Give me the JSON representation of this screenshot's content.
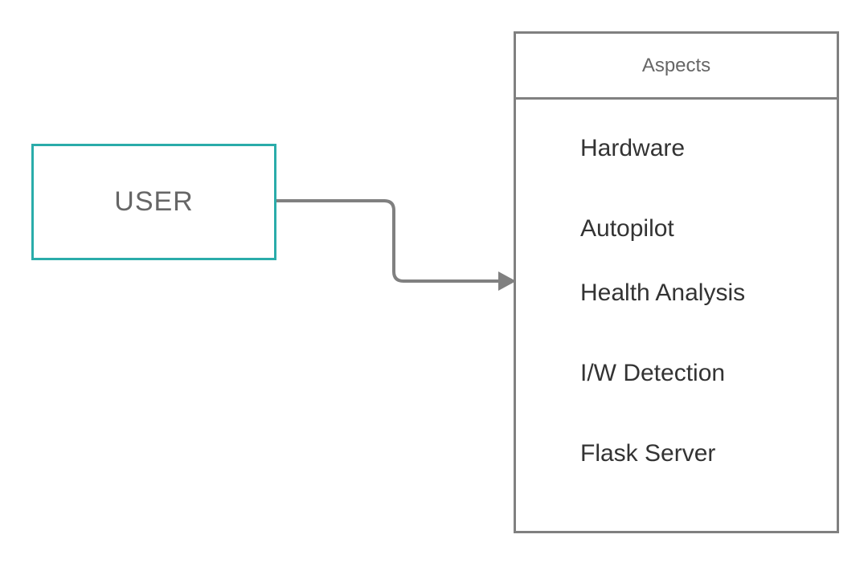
{
  "user": {
    "label": "USER"
  },
  "aspects": {
    "title": "Aspects",
    "items": [
      {
        "label": "Hardware"
      },
      {
        "label": "Autopilot"
      },
      {
        "label": "Health Analysis"
      },
      {
        "label": "I/W Detection"
      },
      {
        "label": "Flask Server"
      }
    ]
  },
  "colors": {
    "user_border": "#2aacaa",
    "panel_border": "#808080",
    "connector": "#808080",
    "text_muted": "#666666",
    "text_dark": "#333333"
  }
}
